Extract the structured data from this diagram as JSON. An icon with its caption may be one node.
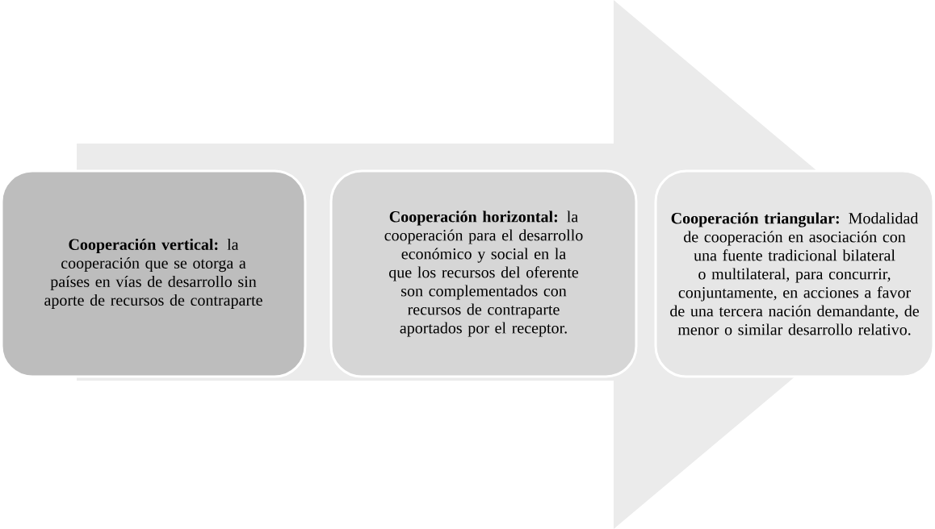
{
  "diagram": {
    "nodes": [
      {
        "text": [
          "**Cooperación vertical:** la cooperación que se otorga a países en vías de desarrollo sin aporte de recursos de contraparte"
        ]
      },
      {
        "text": [
          "**Cooperación horizontal:** la cooperación para el desarrollo económico y social en la que los recursos del oferente son complementados con recursos de contraparte aportados por el receptor."
        ]
      },
      {
        "text": [
          "**Cooperación triangular:** Modalidad de cooperación en asociación con una fuente tradicional bilateral o multilateral, para concurrir, conjuntamente, en acciones a favor de una tercera nación demandante, de menor o similar desarrollo relativo."
        ]
      }
    ],
    "edges": [
      {
        "from": 0,
        "to": 2,
        "arrow": "to",
        "style": "thick"
      }
    ]
  }
}
